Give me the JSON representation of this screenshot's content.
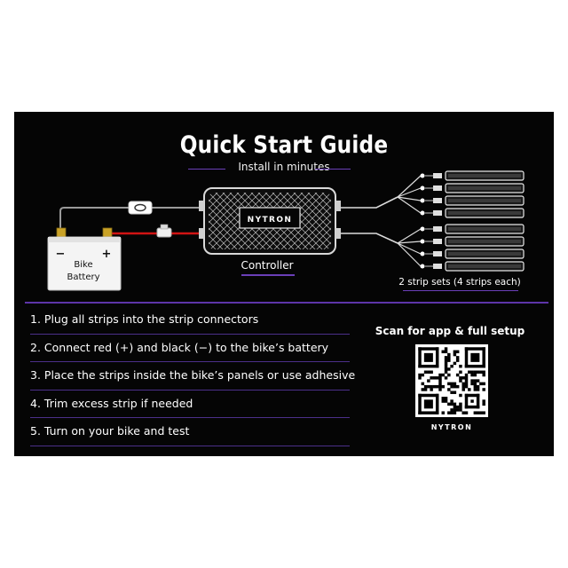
{
  "card": {
    "title": "Quick Start Guide",
    "subtitle": "Install in minutes"
  },
  "diagram": {
    "battery_minus": "−",
    "battery_plus": "+",
    "battery_label_line1": "Bike",
    "battery_label_line2": "Battery",
    "controller_brand": "NYTRON",
    "controller_label": "Controller",
    "strips_label": "2 strip sets (4 strips each)"
  },
  "steps": [
    "1. Plug all strips into the strip connectors",
    "2. Connect red (+) and black (−) to the bike’s battery",
    "3. Place the strips inside the bike’s panels or use adhesive",
    "4. Trim excess strip if needed",
    "5. Turn on your bike and test"
  ],
  "qr": {
    "label": "Scan for app & full setup",
    "brand": "NYTRON"
  },
  "colors": {
    "background": "#050505",
    "accent_purple": "#6b3fb8",
    "wire_red": "#d11414",
    "battery_body": "#f4f4f4"
  }
}
